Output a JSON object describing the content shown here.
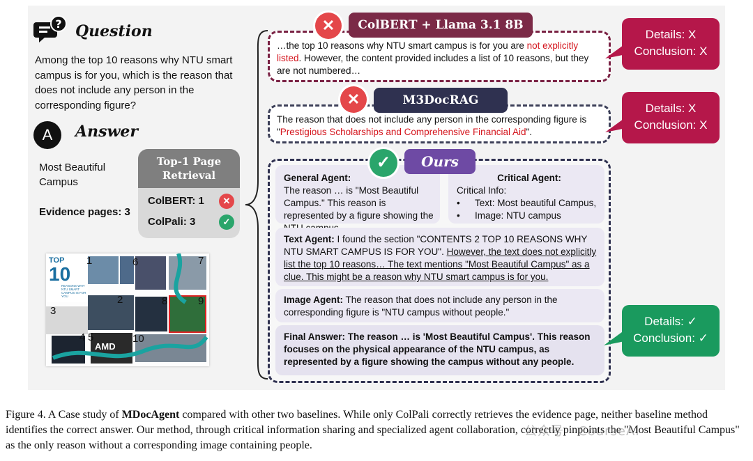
{
  "question": {
    "title": "Question",
    "text": "Among the top 10 reasons why NTU smart campus is for you, which is the reason that does not include any person in the corresponding figure?"
  },
  "answer": {
    "icon_letter": "A",
    "title": "Answer",
    "text": "Most Beautiful Campus",
    "evidence_label": "Evidence pages: 3"
  },
  "retrieval": {
    "header": "Top-1 Page Retrieval",
    "rows": [
      {
        "label": "ColBERT: 1",
        "status": "wrong"
      },
      {
        "label": "ColPali: 3",
        "status": "correct"
      }
    ]
  },
  "thumbnail": {
    "numbers": [
      "1",
      "2",
      "3",
      "4",
      "5",
      "6",
      "7",
      "8",
      "9",
      "10"
    ],
    "top_text": "TOP",
    "big_num": "10",
    "side_text": "REASONS WHY NTU SMART CAMPUS IS FOR YOU",
    "amd_text": "AMD"
  },
  "colbert": {
    "title": "ColBERT + Llama 3.1 8B",
    "text_a": "…the top 10 reasons why NTU smart campus is for you are ",
    "text_red": "not explicitly listed",
    "text_b": ". However, the content provided includes a list of 10 reasons, but they are not numbered…",
    "bubble_line1": "Details: X",
    "bubble_line2": "Conclusion: X"
  },
  "m3docrag": {
    "title": "M3DocRAG",
    "text_a": "The reason that does not include any person in the corresponding figure is \"",
    "text_red": "Prestigious Scholarships and Comprehensive Financial Aid",
    "text_b": "\".",
    "bubble_line1": "Details: X",
    "bubble_line2": "Conclusion: X"
  },
  "ours": {
    "title": "Ours",
    "general_label": "General Agent:",
    "general_text": "The reason … is \"Most Beautiful Campus.\" This reason is represented by a figure showing the NTU campus.",
    "critical_label": "Critical Agent:",
    "critical_info": "Critical Info:",
    "critical_items": [
      "Text: Most beautiful Campus,",
      "Image: NTU campus"
    ],
    "text_agent_label": "Text Agent:",
    "text_agent_a": " I found the section \"CONTENTS 2 TOP 10 REASONS WHY NTU SMART CAMPUS IS FOR YOU\". ",
    "text_agent_u": "However, the text does not explicitly list the top 10 reasons… The text mentions \"Most Beautiful Campus\" as a clue. This might be a reason why NTU smart campus is for you.",
    "image_agent_label": "Image Agent:",
    "image_agent_text": " The reason that does not include any person in the corresponding figure is \"NTU campus without people.\"",
    "final_label": "Final Answer:",
    "final_text": " The reason … is 'Most Beautiful Campus'. This reason focuses on the physical appearance of the NTU campus, as represented by a figure showing the campus without any people.",
    "bubble_line1": "Details: ✓",
    "bubble_line2": "Conclusion: ✓"
  },
  "caption": {
    "prefix": "Figure 4. A Case study of ",
    "bold": "MDocAgent",
    "rest": " compared with other two baselines. While only ColPali correctly retrieves the evidence page, neither baseline method identifies the correct answer. Our method, through critical information sharing and specialized agent collaboration, correctly pinpoints the \"Most Beautiful Campus\" as the only reason without a corresponding image containing people."
  },
  "watermark": "公众号 · CourseAI",
  "colors": {
    "colbert": "#7b2a47",
    "m3docrag": "#2f3150",
    "ours": "#6e4aa4",
    "wrong": "#e4474a",
    "correct": "#2aa56b",
    "bubble_wrong": "#b5174a",
    "bubble_correct": "#1a9a5e"
  }
}
